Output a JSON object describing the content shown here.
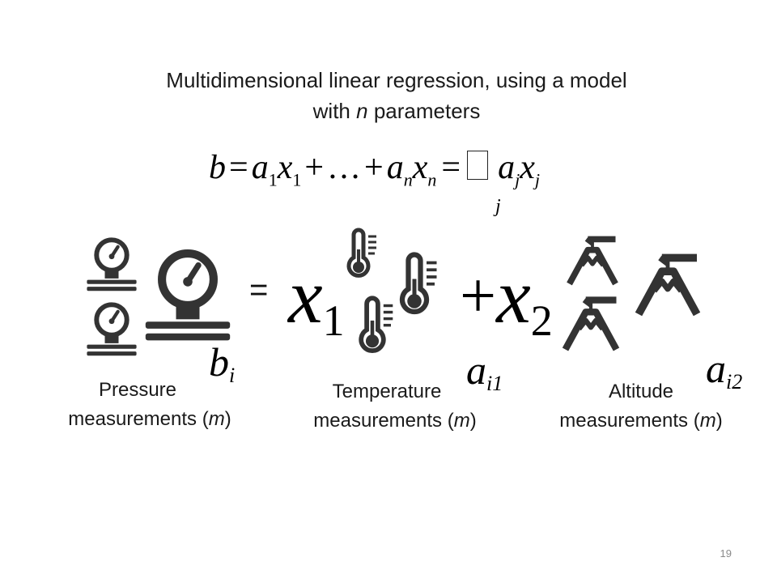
{
  "title": {
    "line1": "Multidimensional linear regression, using a model",
    "line2_prefix": "with ",
    "line2_var": "n",
    "line2_suffix": " parameters"
  },
  "equation": {
    "lhs": "b",
    "eq": "=",
    "a": "a",
    "x": "x",
    "sub1": "1",
    "plus": "+",
    "ellipsis": "…",
    "subn": "n",
    "sum_index": "j",
    "subj": "j"
  },
  "diagram": {
    "equals_sign": "=",
    "x1": {
      "letter": "x",
      "sub": "1"
    },
    "plus": "+",
    "x2": {
      "letter": "x",
      "sub": "2"
    },
    "b_label": {
      "letter": "b",
      "sub": "i"
    },
    "a1_label": {
      "letter": "a",
      "sub": "i1"
    },
    "a2_label": {
      "letter": "a",
      "sub": "i2"
    }
  },
  "captions": {
    "pressure": {
      "line1": "Pressure",
      "line2_prefix": "measurements (",
      "var": "m",
      "line2_suffix": ")"
    },
    "temperature": {
      "line1": "Temperature",
      "line2_prefix": "measurements (",
      "var": "m",
      "line2_suffix": ")"
    },
    "altitude": {
      "line1": "Altitude",
      "line2_prefix": "measurements (",
      "var": "m",
      "line2_suffix": ")"
    }
  },
  "icons": {
    "pressure": "pressure-gauge-icon",
    "temperature": "thermometer-icon",
    "altitude": "mountain-icon",
    "icon_color": "#333333"
  },
  "page_number": "19"
}
